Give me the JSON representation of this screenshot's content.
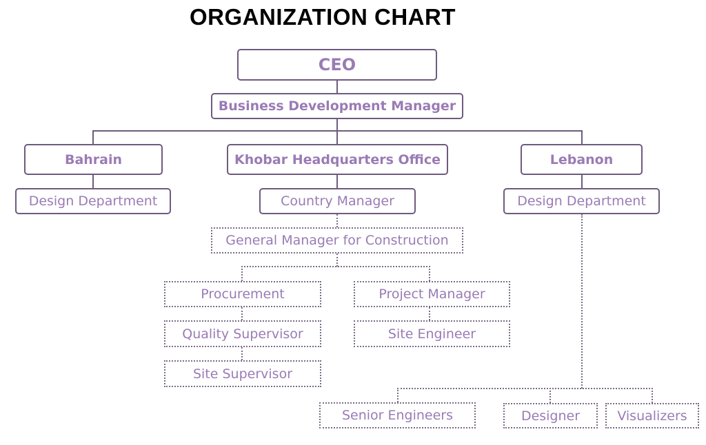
{
  "title": "ORGANIZATION CHART",
  "colors": {
    "text": "#9a7bb5",
    "line": "#6e5a7e",
    "title": "#000000"
  },
  "nodes": {
    "ceo": "CEO",
    "bdm": "Business Development Manager",
    "bahrain": "Bahrain",
    "khobar": "Khobar Headquarters Office",
    "lebanon": "Lebanon",
    "bahrain_design": "Design Department",
    "country_manager": "Country Manager",
    "lebanon_design": "Design Department",
    "gm_construction": "General Manager for Construction",
    "procurement": "Procurement",
    "quality_supervisor": "Quality Supervisor",
    "site_supervisor": "Site Supervisor",
    "project_manager": "Project Manager",
    "site_engineer": "Site Engineer",
    "senior_engineers": "Senior Engineers",
    "designer": "Designer",
    "visualizers": "Visualizers"
  }
}
